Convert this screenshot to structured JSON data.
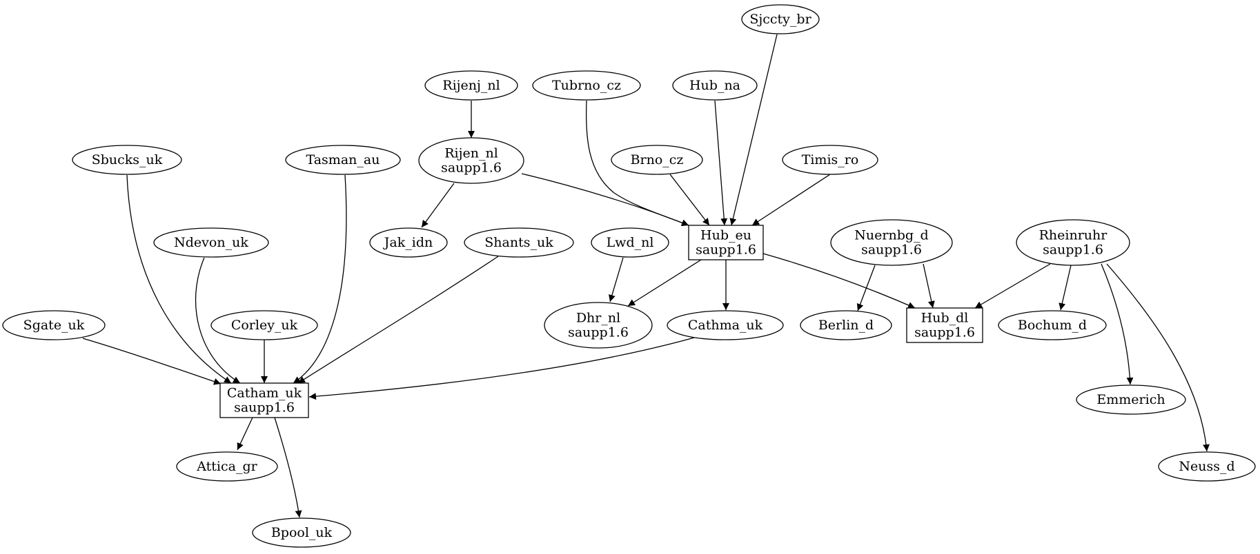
{
  "graph": {
    "nodes": [
      {
        "id": "sjccty_br",
        "lines": [
          "Sjccty_br"
        ],
        "shape": "ellipse"
      },
      {
        "id": "rijenj_nl",
        "lines": [
          "Rijenj_nl"
        ],
        "shape": "ellipse"
      },
      {
        "id": "tubrno_cz",
        "lines": [
          "Tubrno_cz"
        ],
        "shape": "ellipse"
      },
      {
        "id": "hub_na",
        "lines": [
          "Hub_na"
        ],
        "shape": "ellipse"
      },
      {
        "id": "sbucks_uk",
        "lines": [
          "Sbucks_uk"
        ],
        "shape": "ellipse"
      },
      {
        "id": "tasman_au",
        "lines": [
          "Tasman_au"
        ],
        "shape": "ellipse"
      },
      {
        "id": "rijen_nl",
        "lines": [
          "Rijen_nl",
          "saupp1.6"
        ],
        "shape": "ellipse"
      },
      {
        "id": "brno_cz",
        "lines": [
          "Brno_cz"
        ],
        "shape": "ellipse"
      },
      {
        "id": "timis_ro",
        "lines": [
          "Timis_ro"
        ],
        "shape": "ellipse"
      },
      {
        "id": "ndevon_uk",
        "lines": [
          "Ndevon_uk"
        ],
        "shape": "ellipse"
      },
      {
        "id": "jak_idn",
        "lines": [
          "Jak_idn"
        ],
        "shape": "ellipse"
      },
      {
        "id": "shants_uk",
        "lines": [
          "Shants_uk"
        ],
        "shape": "ellipse"
      },
      {
        "id": "lwd_nl",
        "lines": [
          "Lwd_nl"
        ],
        "shape": "ellipse"
      },
      {
        "id": "hub_eu",
        "lines": [
          "Hub_eu",
          "saupp1.6"
        ],
        "shape": "box"
      },
      {
        "id": "nuernbg_d",
        "lines": [
          "Nuernbg_d",
          "saupp1.6"
        ],
        "shape": "ellipse"
      },
      {
        "id": "rheinruhr",
        "lines": [
          "Rheinruhr",
          "saupp1.6"
        ],
        "shape": "ellipse"
      },
      {
        "id": "sgate_uk",
        "lines": [
          "Sgate_uk"
        ],
        "shape": "ellipse"
      },
      {
        "id": "corley_uk",
        "lines": [
          "Corley_uk"
        ],
        "shape": "ellipse"
      },
      {
        "id": "dhr_nl",
        "lines": [
          "Dhr_nl",
          "saupp1.6"
        ],
        "shape": "ellipse"
      },
      {
        "id": "cathma_uk",
        "lines": [
          "Cathma_uk"
        ],
        "shape": "ellipse"
      },
      {
        "id": "berlin_d",
        "lines": [
          "Berlin_d"
        ],
        "shape": "ellipse"
      },
      {
        "id": "hub_dl",
        "lines": [
          "Hub_dl",
          "saupp1.6"
        ],
        "shape": "box"
      },
      {
        "id": "bochum_d",
        "lines": [
          "Bochum_d"
        ],
        "shape": "ellipse"
      },
      {
        "id": "catham_uk",
        "lines": [
          "Catham_uk",
          "saupp1.6"
        ],
        "shape": "box"
      },
      {
        "id": "emmerich",
        "lines": [
          "Emmerich"
        ],
        "shape": "ellipse"
      },
      {
        "id": "attica_gr",
        "lines": [
          "Attica_gr"
        ],
        "shape": "ellipse"
      },
      {
        "id": "neuss_d",
        "lines": [
          "Neuss_d"
        ],
        "shape": "ellipse"
      },
      {
        "id": "bpool_uk",
        "lines": [
          "Bpool_uk"
        ],
        "shape": "ellipse"
      }
    ],
    "edges": [
      {
        "from": "rijenj_nl",
        "to": "rijen_nl"
      },
      {
        "from": "rijen_nl",
        "to": "jak_idn"
      },
      {
        "from": "rijen_nl",
        "to": "hub_eu"
      },
      {
        "from": "tubrno_cz",
        "to": "hub_eu"
      },
      {
        "from": "brno_cz",
        "to": "hub_eu"
      },
      {
        "from": "hub_na",
        "to": "hub_eu"
      },
      {
        "from": "sjccty_br",
        "to": "hub_eu"
      },
      {
        "from": "timis_ro",
        "to": "hub_eu"
      },
      {
        "from": "lwd_nl",
        "to": "dhr_nl"
      },
      {
        "from": "hub_eu",
        "to": "dhr_nl"
      },
      {
        "from": "hub_eu",
        "to": "cathma_uk"
      },
      {
        "from": "hub_eu",
        "to": "hub_dl"
      },
      {
        "from": "nuernbg_d",
        "to": "berlin_d"
      },
      {
        "from": "nuernbg_d",
        "to": "hub_dl"
      },
      {
        "from": "rheinruhr",
        "to": "hub_dl"
      },
      {
        "from": "rheinruhr",
        "to": "bochum_d"
      },
      {
        "from": "rheinruhr",
        "to": "emmerich"
      },
      {
        "from": "rheinruhr",
        "to": "neuss_d"
      },
      {
        "from": "sbucks_uk",
        "to": "catham_uk"
      },
      {
        "from": "ndevon_uk",
        "to": "catham_uk"
      },
      {
        "from": "tasman_au",
        "to": "catham_uk"
      },
      {
        "from": "sgate_uk",
        "to": "catham_uk"
      },
      {
        "from": "corley_uk",
        "to": "catham_uk"
      },
      {
        "from": "shants_uk",
        "to": "catham_uk"
      },
      {
        "from": "cathma_uk",
        "to": "catham_uk"
      },
      {
        "from": "catham_uk",
        "to": "attica_gr"
      },
      {
        "from": "catham_uk",
        "to": "bpool_uk"
      }
    ]
  }
}
